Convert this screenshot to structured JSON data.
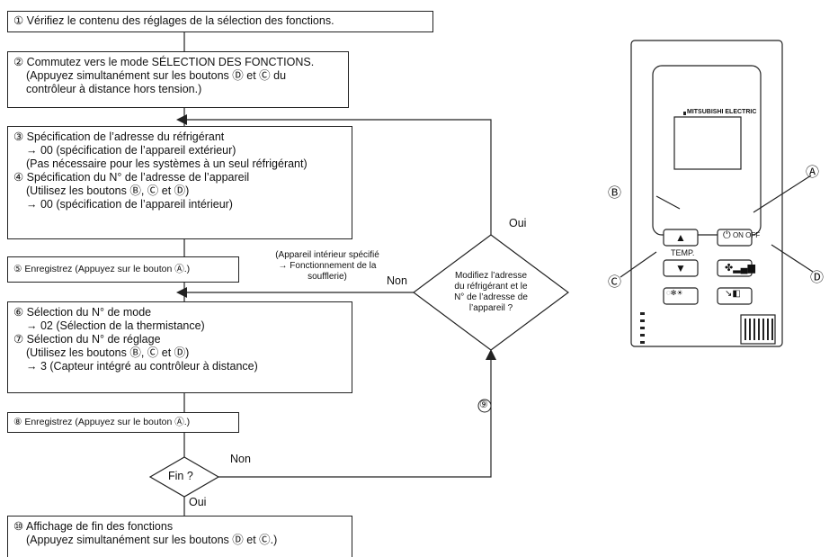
{
  "steps": {
    "s1": "① Vérifiez le contenu des réglages de la sélection des fonctions.",
    "s2": [
      "② Commutez vers le mode SÉLECTION DES FONCTIONS.",
      "(Appuyez simultanément sur les boutons Ⓓ et Ⓒ du",
      "contrôleur à distance hors tension.)"
    ],
    "s3": [
      "③ Spécification de l’adresse du réfrigérant",
      "→ 00 (spécification de l’appareil extérieur)",
      "(Pas nécessaire pour les systèmes à un seul réfrigérant)",
      "④ Spécification du N° de l’adresse de l’appareil",
      "(Utilisez les boutons Ⓑ, Ⓒ et Ⓓ)",
      "→ 00 (spécification de l’appareil intérieur)"
    ],
    "s5": "⑤ Enregistrez (Appuyez sur le bouton Ⓐ.)",
    "s6": [
      "⑥ Sélection du N° de mode",
      "→ 02 (Sélection de la thermistance)",
      "⑦ Sélection du N° de réglage",
      "(Utilisez les boutons Ⓑ, Ⓒ et Ⓓ)",
      "→ 3 (Capteur intégré au contrôleur à distance)"
    ],
    "s8": "⑧ Enregistrez (Appuyez sur le bouton Ⓐ.)",
    "s10": [
      "⑩ Affichage de fin des fonctions",
      "(Appuyez simultanément sur les boutons Ⓓ et Ⓒ.)"
    ]
  },
  "decisions": {
    "modify": [
      "Modifiez l’adresse",
      "du réfrigérant et le",
      "N° de l’adresse de",
      "l’appareil ?"
    ],
    "end": "Fin ?"
  },
  "labels": {
    "oui_top": "Oui",
    "non_mid": "Non",
    "non_bottom": "Non",
    "oui_bottom": "Oui",
    "loop9": "⑨"
  },
  "note": [
    "(Appareil intérieur spécifié",
    "→ Fonctionnement de la",
    "soufflerie)"
  ],
  "remote": {
    "brand": "MITSUBISHI ELECTRIC",
    "temp_label": "TEMP.",
    "on_label": "ON",
    "off_label": "OFF",
    "callouts": [
      "Ⓐ",
      "Ⓑ",
      "Ⓒ",
      "Ⓓ"
    ],
    "up": "▲",
    "down": "▼"
  }
}
